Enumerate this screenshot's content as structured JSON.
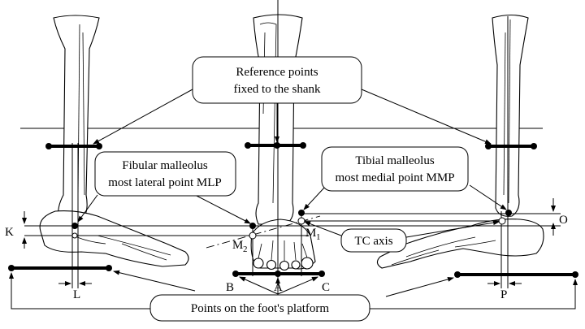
{
  "callouts": {
    "reference_line1": "Reference points",
    "reference_line2": "fixed to the shank",
    "fibular_line1": "Fibular malleolus",
    "fibular_line2": "most lateral point MLP",
    "tibial_line1": "Tibial malleolus",
    "tibial_line2": "most medial point MMP",
    "tc_axis": "TC axis",
    "platform": "Points on the foot's platform"
  },
  "labels": {
    "K": "K",
    "L": "L",
    "B": "B",
    "A": "A",
    "C": "C",
    "P": "P",
    "O": "O",
    "M1": "M",
    "M1_sub": "1",
    "M2": "M",
    "M2_sub": "2"
  }
}
